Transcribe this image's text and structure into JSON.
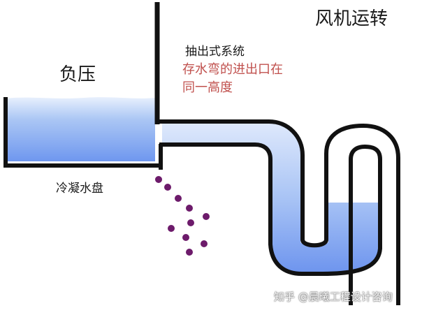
{
  "labels": {
    "fan_running": "风机运转",
    "negative_pressure": "负压",
    "system": "抽出式系统",
    "note_line1": "存水弯的进出口在",
    "note_line2": "同一高度",
    "condensate_pan": "冷凝水盘"
  },
  "watermark": "知乎 @晨曦工程设计咨询",
  "colors": {
    "water": "#aac8f5",
    "water_deep": "#6f97ef",
    "wall": "#111111",
    "droplet": "#6d1b6b",
    "note_text": "#c0504d"
  }
}
